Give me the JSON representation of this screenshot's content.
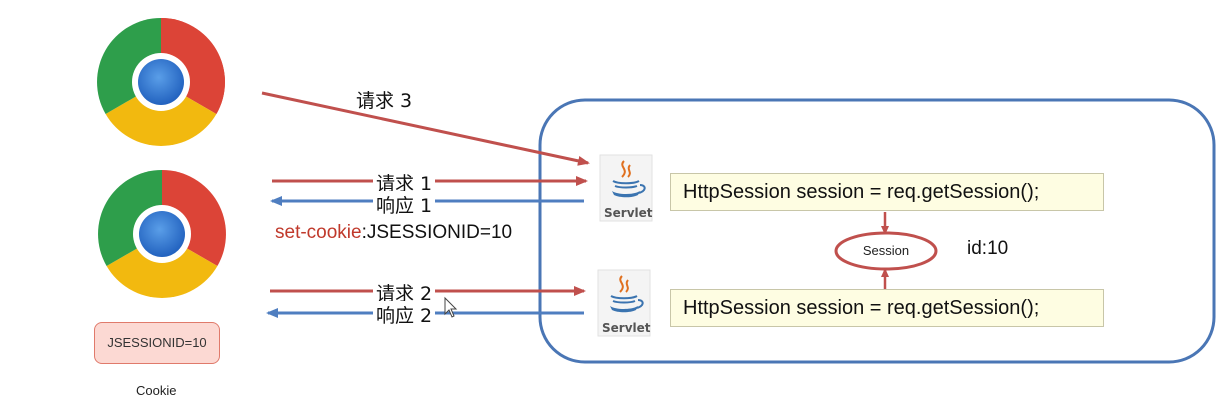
{
  "arrows": {
    "request3": "请求 3",
    "request1": "请求 1",
    "response1": "响应 1",
    "request2": "请求 2",
    "response2": "响应 2"
  },
  "set_cookie": {
    "keyword": "set-cookie",
    "value": ":JSESSIONID=10"
  },
  "servlet": {
    "label": "Servlet"
  },
  "code": {
    "line1": "HttpSession session = req.getSession();",
    "line2": "HttpSession session = req.getSession();"
  },
  "session": {
    "label": "Session",
    "id_label": "id:10"
  },
  "cookie": {
    "value": "JSESSIONID=10",
    "caption": "Cookie"
  },
  "colors": {
    "request_arrow": "#c0504d",
    "response_arrow": "#4f7ec0",
    "server_border": "#4a76b5",
    "set_cookie_red": "#c0392b"
  }
}
